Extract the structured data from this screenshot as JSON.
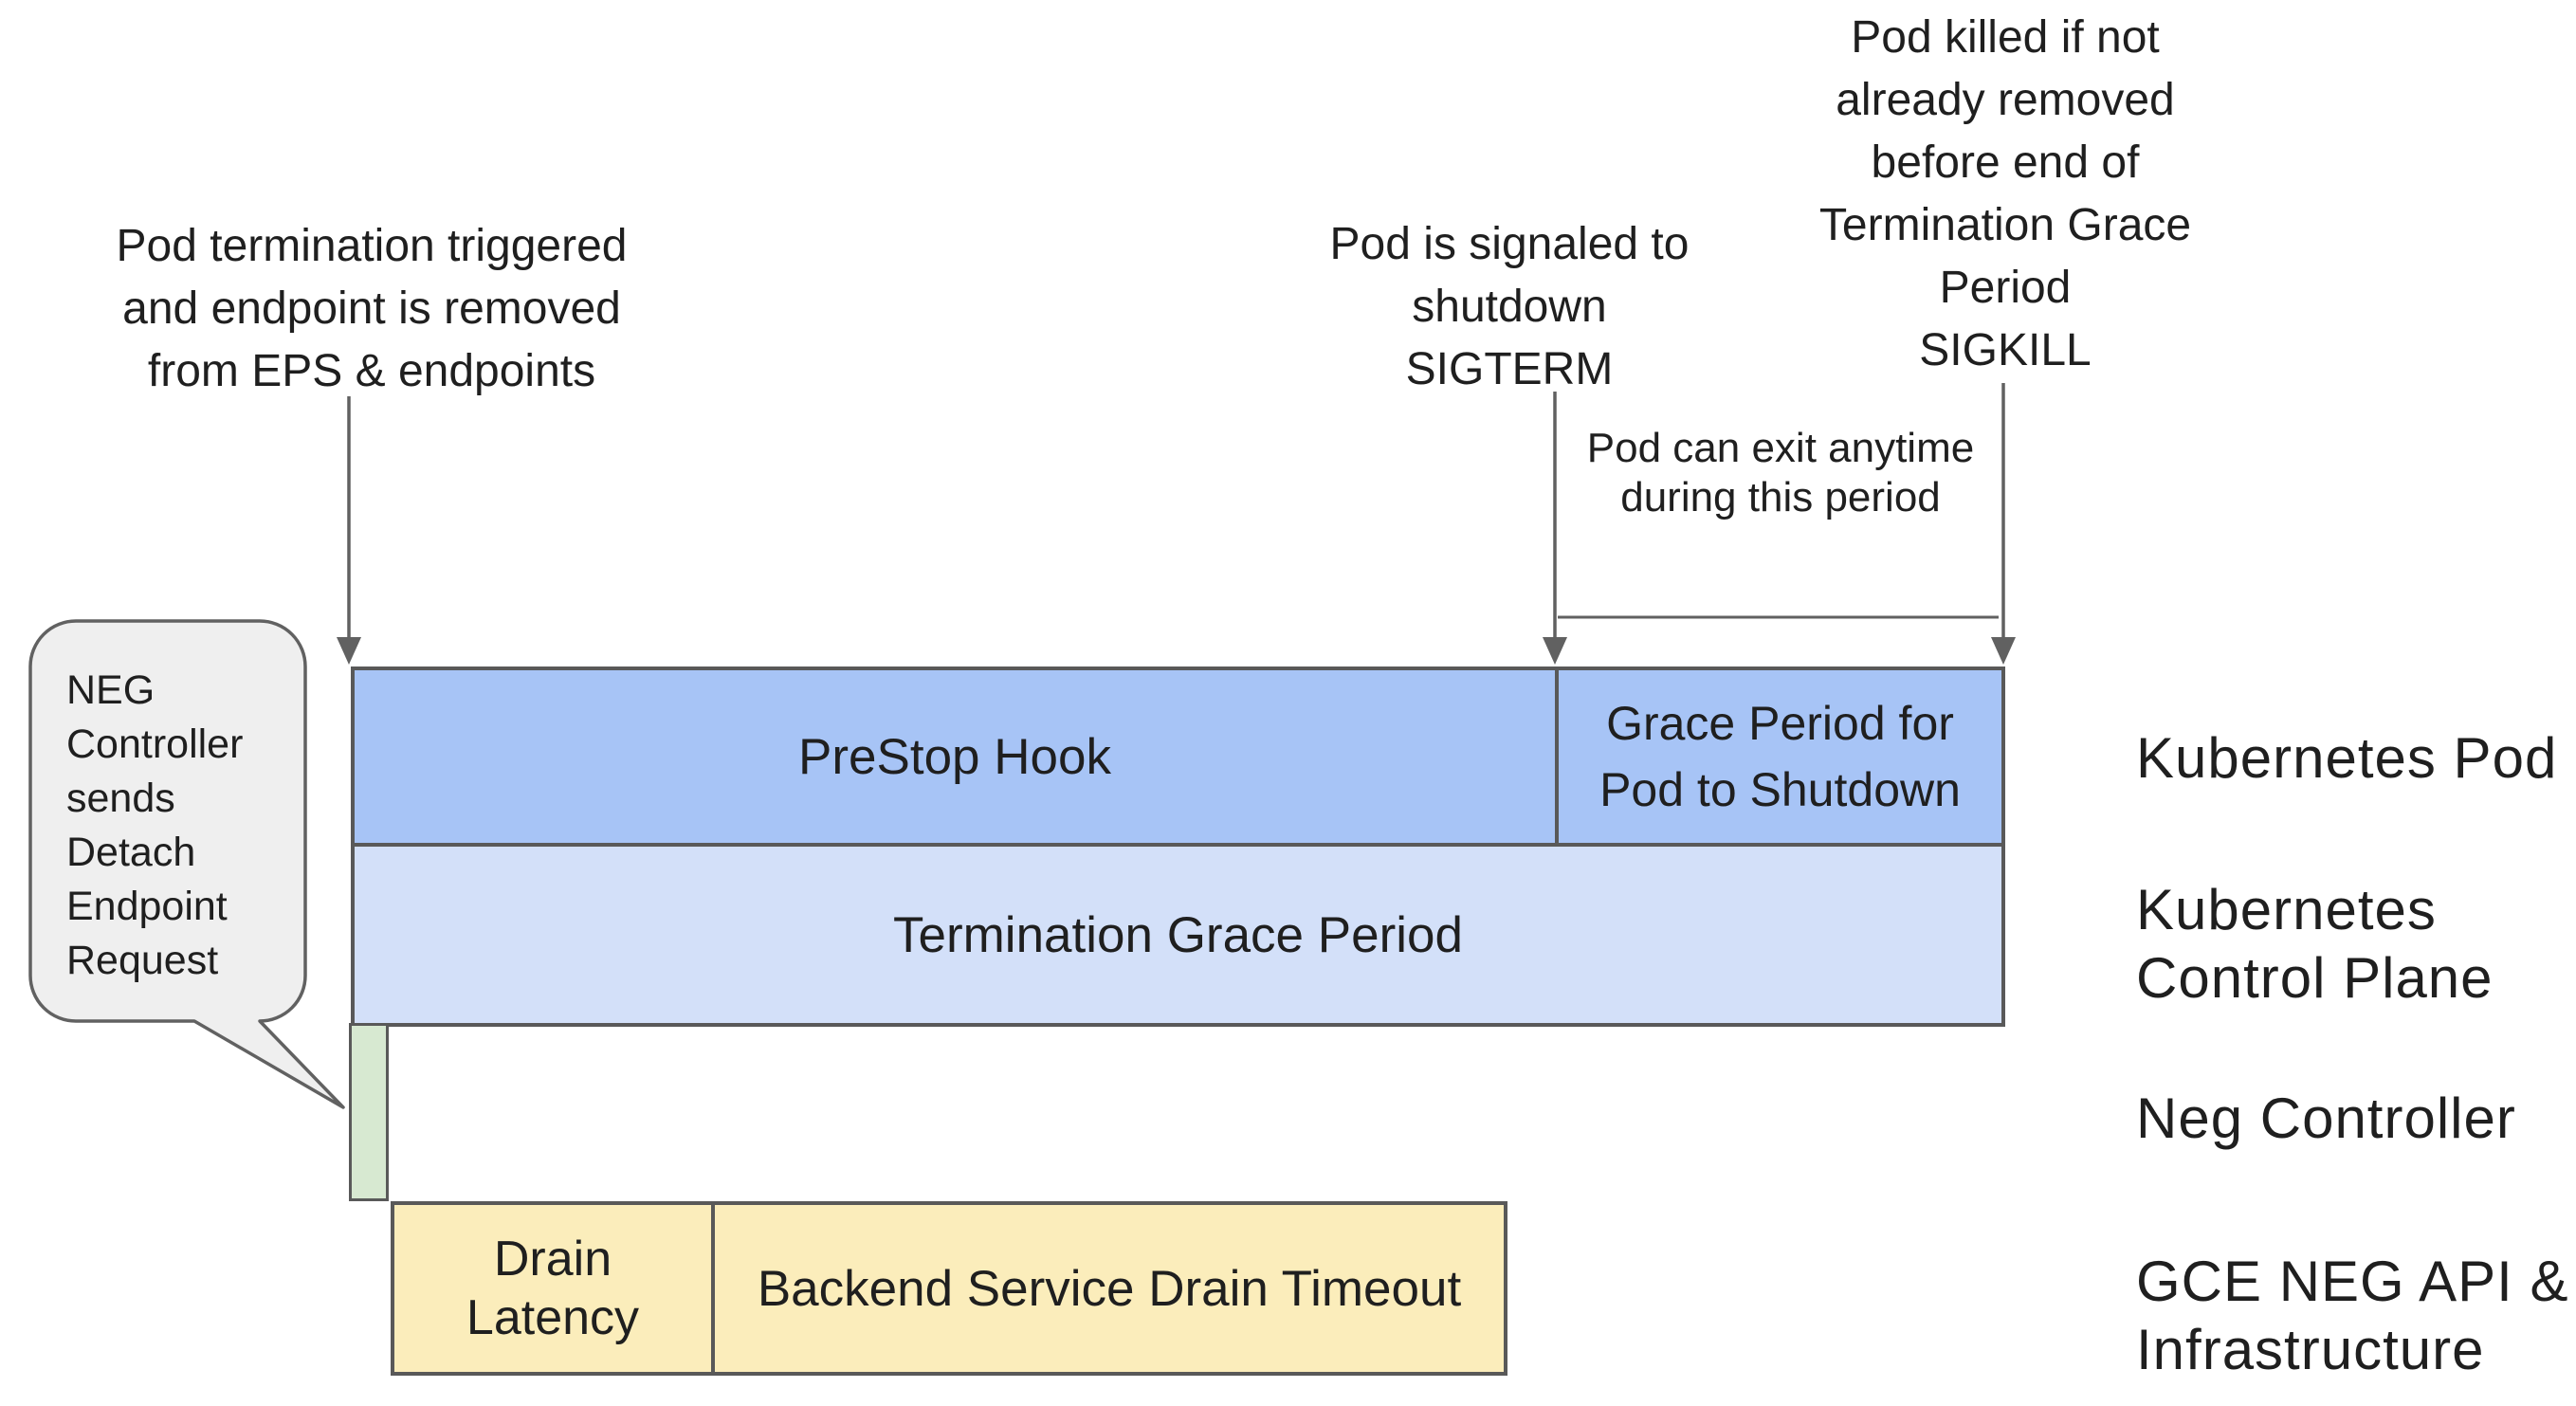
{
  "annotations": {
    "pod_termination": [
      "Pod termination triggered",
      "and endpoint is removed",
      "from EPS & endpoints"
    ],
    "sigterm": [
      "Pod is signaled to",
      "shutdown",
      "SIGTERM"
    ],
    "sigkill": [
      "Pod killed if not",
      "already removed",
      "before end of",
      "Termination Grace",
      "Period",
      "SIGKILL"
    ],
    "exit_note": [
      "Pod can exit anytime",
      "during this period"
    ]
  },
  "bubble": {
    "text": [
      "NEG",
      "Controller",
      "sends",
      "Detach",
      "Endpoint",
      "Request"
    ]
  },
  "timeline": {
    "pod_row": {
      "prestop_label": "PreStop Hook",
      "grace_label": [
        "Grace Period for",
        "Pod to Shutdown"
      ]
    },
    "control_plane_row": {
      "termination_label": "Termination Grace Period"
    },
    "gce_row": {
      "drain_label": [
        "Drain",
        "Latency"
      ],
      "backend_label": "Backend Service Drain Timeout"
    }
  },
  "lanes": {
    "pod": "Kubernetes Pod",
    "control_plane": [
      "Kubernetes",
      "Control Plane"
    ],
    "neg_controller": "Neg Controller",
    "gce": [
      "GCE NEG API &",
      "Infrastructure"
    ]
  },
  "colors": {
    "bar_blue": "#a7c4f6",
    "bar_blue_light": "#d3e0f9",
    "bar_green": "#d7e9d1",
    "bar_yellow": "#fbedbb",
    "bubble_fill": "#efefef",
    "line_gray": "#616161",
    "border_gray": "#595959"
  }
}
